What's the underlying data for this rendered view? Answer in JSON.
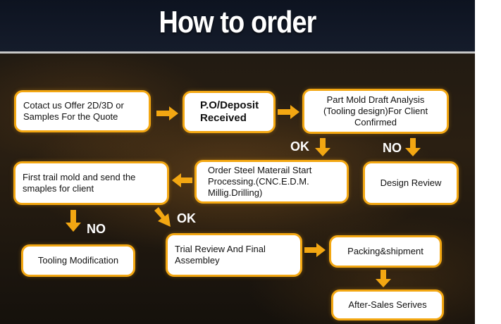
{
  "title": "How  to order",
  "steps": {
    "contact": "Cotact us Offer 2D/3D or\nSamples For the Quote",
    "deposit": "P.O/Deposit\nReceived",
    "draft": "Part Mold Draft Analysis\n(Tooling design)For Client\nConfirmed",
    "design_review": "Design Review",
    "steel": "Order Steel Materail Start\nProcessing.(CNC.E.D.M.\nMillig.Drilling)",
    "first_trail": "First trail mold and send the\nsmaples for client",
    "tooling": "Tooling Modification",
    "trial_review": "Trial Review And  Final\nAssembley",
    "packing": "Packing&shipment",
    "after_sales": "After-Sales Serives"
  },
  "labels": {
    "ok_1": "OK",
    "no_1": "NO",
    "no_2": "NO",
    "ok_2": "OK"
  },
  "colors": {
    "accent": "#f3a712",
    "box_fill": "#ffffff",
    "header_bg": "#0d1320"
  }
}
